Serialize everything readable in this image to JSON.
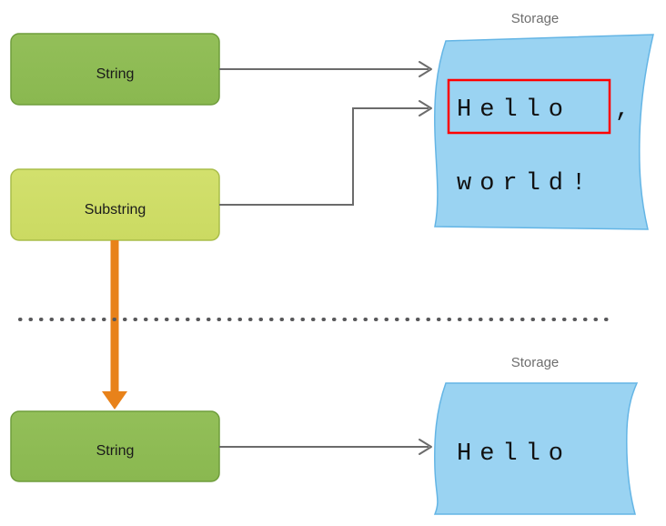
{
  "diagram": {
    "title_top_storage": "Storage",
    "title_bottom_storage": "Storage",
    "colors": {
      "string_box_fill": "#8fbc54",
      "string_box_stroke": "#6f9d3c",
      "substring_box_fill": "#cddc66",
      "substring_box_stroke": "#a9bd4a",
      "storage_fill": "#9ad3f2",
      "storage_stroke": "#64b5e5",
      "arrow_gray": "#6b6b6b",
      "arrow_orange": "#e8821a",
      "highlight_red": "#ff0000",
      "caption_gray": "#6e6e6e",
      "divider_gray": "#58585a"
    },
    "top_section": {
      "string_box": {
        "label": "String"
      },
      "substring_box": {
        "label": "Substring"
      },
      "storage": {
        "caption": "Storage",
        "line1_highlighted": "Hello",
        "line1_tail": ",",
        "line2": "world!",
        "full_text": "Hello, world!"
      }
    },
    "bottom_section": {
      "string_box": {
        "label": "String"
      },
      "storage": {
        "caption": "Storage",
        "line1": "Hello",
        "full_text": "Hello"
      }
    },
    "connectors": {
      "string_to_storage": "arrow-right",
      "substring_to_storage": "arrow-elbow-right-up",
      "substring_to_string_copy": "arrow-down-orange",
      "divider": "dotted-horizontal-line"
    }
  }
}
